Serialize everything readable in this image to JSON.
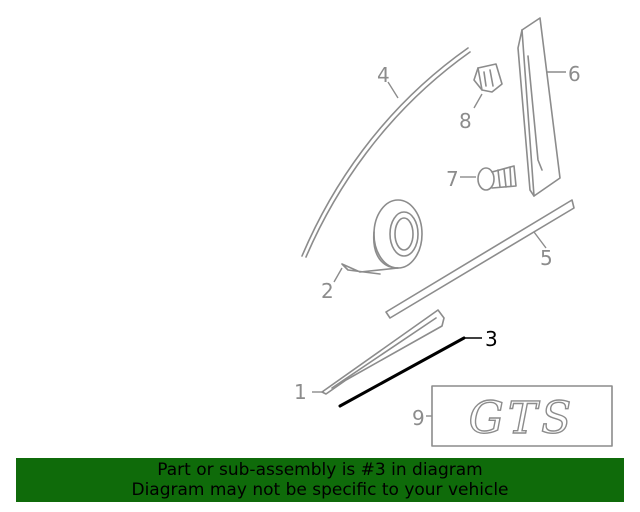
{
  "callouts": {
    "c1": "1",
    "c2": "2",
    "c3": "3",
    "c4": "4",
    "c5": "5",
    "c6": "6",
    "c7": "7",
    "c8": "8",
    "c9": "9"
  },
  "badge_text": "GTS",
  "highlighted_part": "3",
  "banner": {
    "line1": "Part or sub-assembly is #3 in diagram",
    "line2": "Diagram may not be specific to your vehicle"
  },
  "colors": {
    "part_stroke": "#8c8c8c",
    "highlight": "#000000",
    "banner_bg": "#0f6b0a"
  }
}
